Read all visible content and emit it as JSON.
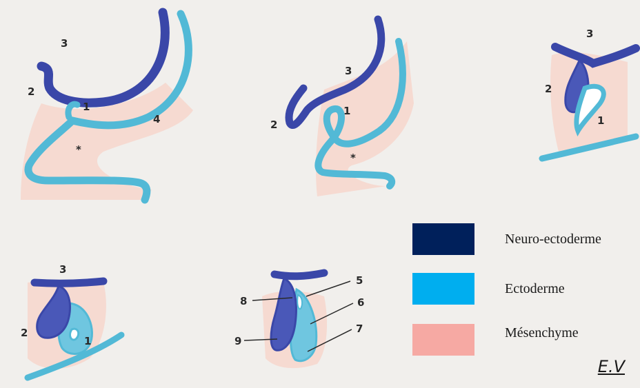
{
  "colors": {
    "neuro_ectoderme": "#00205b",
    "ectoderme": "#00aeef",
    "mesenchyme": "#f6a9a3",
    "drawing_neuro": "#3a47a8",
    "drawing_ecto": "#52b9d6",
    "drawing_mes": "#f7d6cc"
  },
  "diagrams": [
    {
      "labels": [
        "3",
        "2",
        "1",
        "4",
        "*"
      ]
    },
    {
      "labels": [
        "3",
        "2",
        "1",
        "*"
      ]
    },
    {
      "labels": [
        "3",
        "2",
        "1"
      ]
    },
    {
      "labels": [
        "3",
        "2",
        "1"
      ]
    },
    {
      "labels": [
        "5",
        "8",
        "6",
        "7",
        "9"
      ]
    }
  ],
  "legend": [
    {
      "label": "Neuro-ectoderme",
      "color": "#00205b"
    },
    {
      "label": "Ectoderme",
      "color": "#00aeef"
    },
    {
      "label": "Mésenchyme",
      "color": "#f6a9a3"
    }
  ],
  "signature": "E.V"
}
